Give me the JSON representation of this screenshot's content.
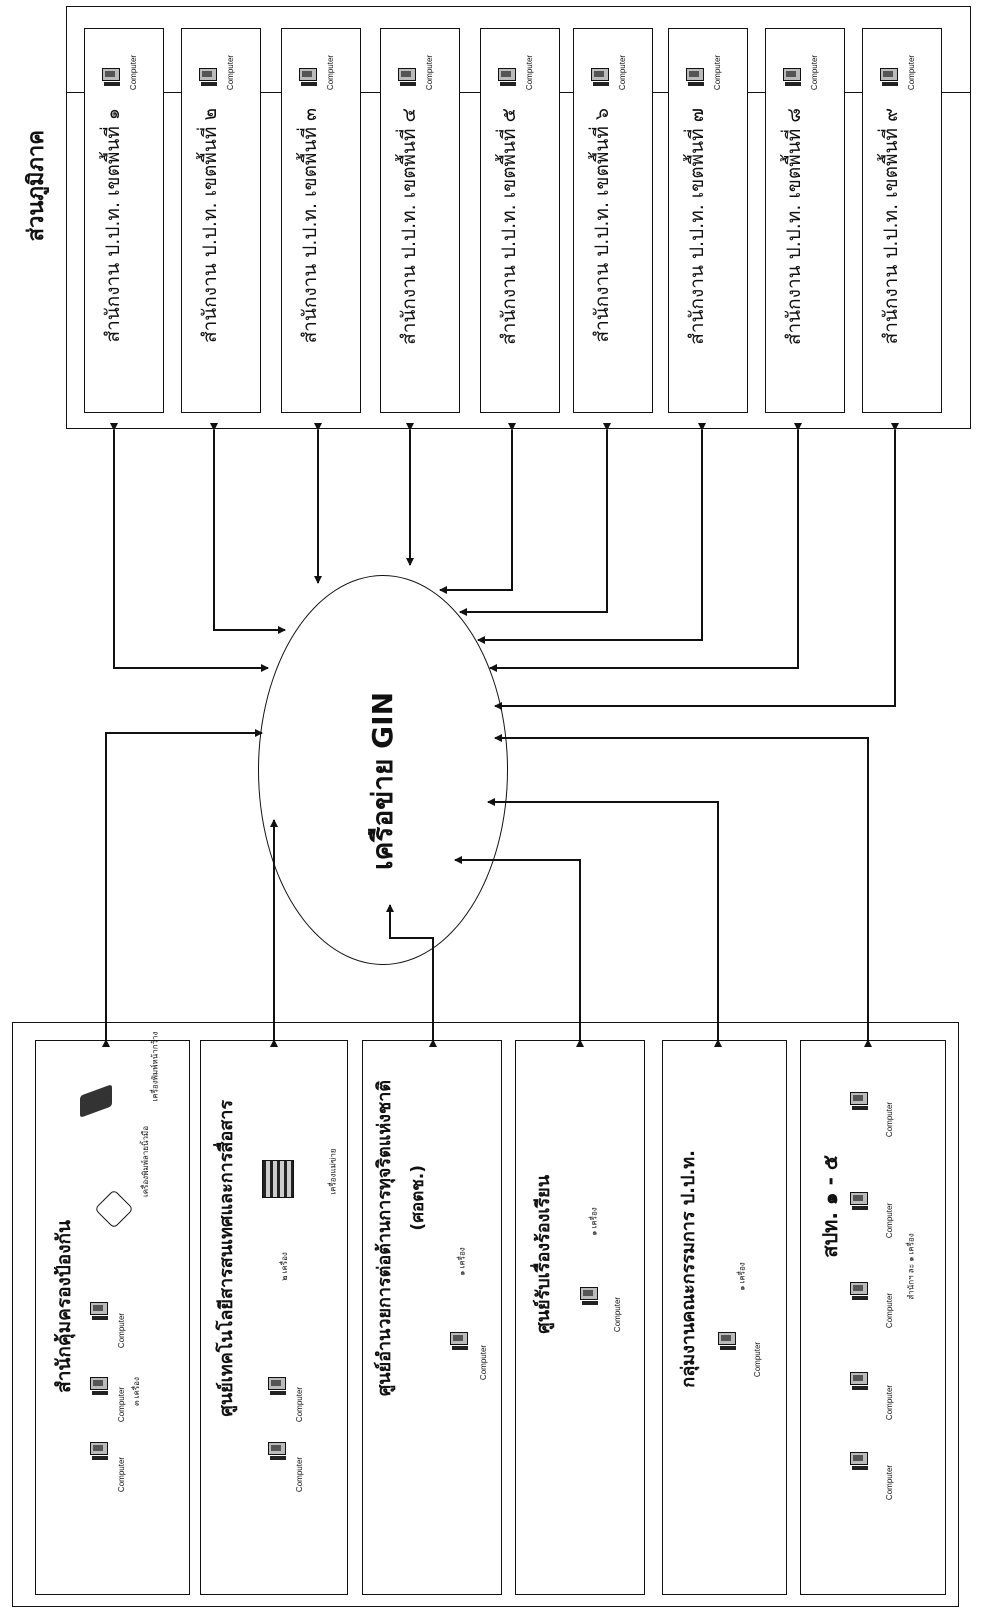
{
  "regional": {
    "title": "ส่วนภูมิภาค",
    "offices": [
      {
        "label": "สำนักงาน ป.ป.ท. เขตพื้นที่ ๑",
        "icon_caption": "Computer"
      },
      {
        "label": "สำนักงาน ป.ป.ท. เขตพื้นที่ ๒",
        "icon_caption": "Computer"
      },
      {
        "label": "สำนักงาน ป.ป.ท. เขตพื้นที่ ๓",
        "icon_caption": "Computer"
      },
      {
        "label": "สำนักงาน ป.ป.ท. เขตพื้นที่ ๔",
        "icon_caption": "Computer"
      },
      {
        "label": "สำนักงาน ป.ป.ท. เขตพื้นที่ ๕",
        "icon_caption": "Computer"
      },
      {
        "label": "สำนักงาน ป.ป.ท. เขตพื้นที่ ๖",
        "icon_caption": "Computer"
      },
      {
        "label": "สำนักงาน ป.ป.ท. เขตพื้นที่ ๗",
        "icon_caption": "Computer"
      },
      {
        "label": "สำนักงาน ป.ป.ท. เขตพื้นที่ ๘",
        "icon_caption": "Computer"
      },
      {
        "label": "สำนักงาน ป.ป.ท. เขตพื้นที่ ๙",
        "icon_caption": "Computer"
      }
    ]
  },
  "network": {
    "label": "เครือข่าย GIN"
  },
  "central": {
    "units": [
      {
        "title": "สำนักคุ้มครองป้องกัน",
        "computer_caption": "Computer",
        "count": "๓ เครื่อง",
        "extra_1": "เครื่องพิมพ์ลายนิ้วมือ",
        "extra_2": "เครื่องพิมพ์หน้ากว้าง"
      },
      {
        "title": "ศูนย์เทคโนโลยีสารสนเทศและการสื่อสาร",
        "computer_caption": "Computer",
        "count": "๒ เครื่อง",
        "extra_1": "เครื่องแม่ข่าย"
      },
      {
        "title": "ศูนย์อำนวยการต่อต้านการทุจริตแห่งชาติ",
        "subtitle": "(ศอตช.)",
        "computer_caption": "Computer",
        "count": "๑ เครื่อง"
      },
      {
        "title": "ศูนย์รับเรื่องร้องเรียน",
        "computer_caption": "Computer",
        "count": "๑ เครื่อง"
      },
      {
        "title": "กลุ่มงานคณะกรรมการ ป.ป.ท.",
        "computer_caption": "Computer",
        "count": "๑ เครื่อง"
      },
      {
        "title": "สปท. ๑ - ๕",
        "computer_caption": "Computer",
        "count": "สำนักฯ ละ ๑ เครื่อง"
      }
    ]
  }
}
